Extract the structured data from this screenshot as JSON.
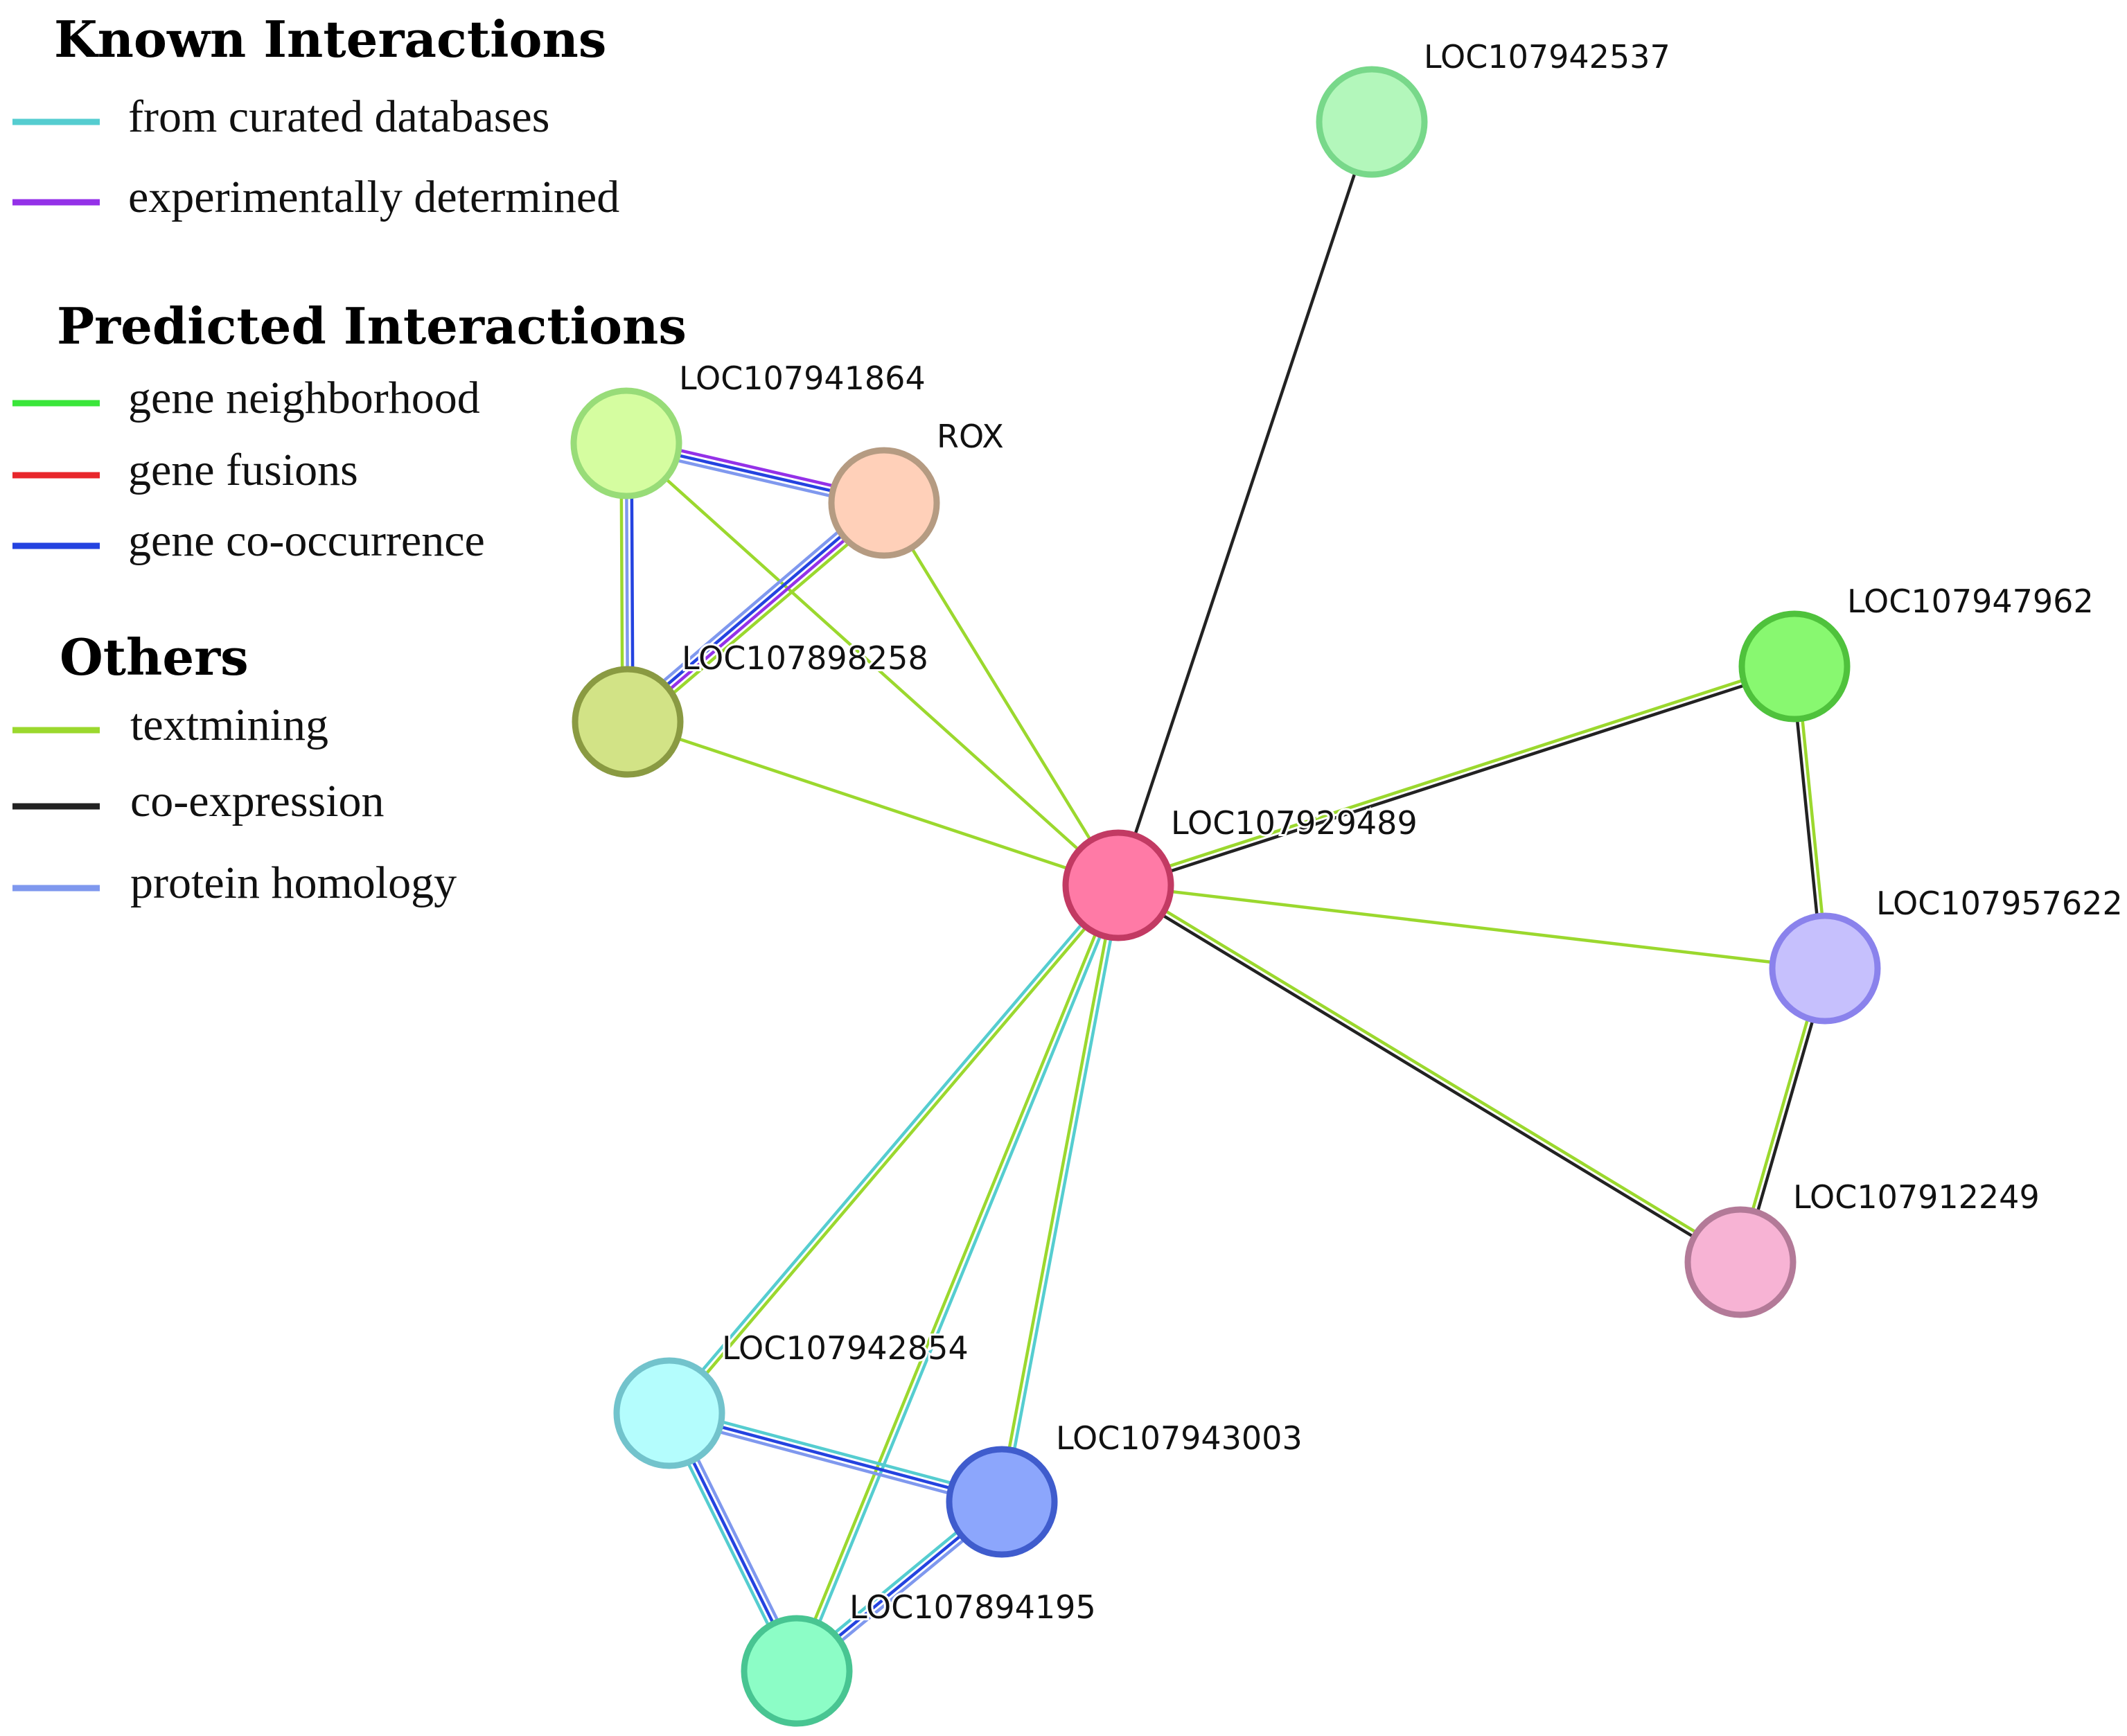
{
  "legend": {
    "sections": [
      {
        "title": "Known Interactions",
        "items": [
          {
            "label": "from curated databases",
            "color": "#55cdd0"
          },
          {
            "label": "experimentally determined",
            "color": "#9431e8"
          }
        ]
      },
      {
        "title": "Predicted Interactions",
        "items": [
          {
            "label": "gene neighborhood",
            "color": "#3ae63a"
          },
          {
            "label": "gene fusions",
            "color": "#e8262b"
          },
          {
            "label": "gene co-occurrence",
            "color": "#2443e0"
          }
        ]
      },
      {
        "title": "Others",
        "items": [
          {
            "label": "textmining",
            "color": "#9bd82e"
          },
          {
            "label": "co-expression",
            "color": "#222222"
          },
          {
            "label": "protein homology",
            "color": "#7f98ee"
          }
        ]
      }
    ]
  },
  "network": {
    "nodes": [
      {
        "id": "LOC107942537",
        "label": "LOC107942537",
        "fill": "#b3f7bb",
        "stroke": "#78d88a"
      },
      {
        "id": "LOC107941864",
        "label": "LOC107941864",
        "fill": "#d5fda0",
        "stroke": "#98dc78"
      },
      {
        "id": "ROX",
        "label": "ROX",
        "fill": "#ffd0b9",
        "stroke": "#b59b82"
      },
      {
        "id": "LOC107898258",
        "label": "LOC107898258",
        "fill": "#d2e386",
        "stroke": "#8a9a42"
      },
      {
        "id": "LOC107929489",
        "label": "LOC107929489",
        "fill": "#ff7aa6",
        "stroke": "#c23a63"
      },
      {
        "id": "LOC107947962",
        "label": "LOC107947962",
        "fill": "#88f870",
        "stroke": "#4fc23c"
      },
      {
        "id": "LOC107957622",
        "label": "LOC107957622",
        "fill": "#c6c0fd",
        "stroke": "#8a82ec"
      },
      {
        "id": "LOC107912249",
        "label": "LOC107912249",
        "fill": "#f7b3d4",
        "stroke": "#b37a98"
      },
      {
        "id": "LOC107942854",
        "label": "LOC107942854",
        "fill": "#b4fdfd",
        "stroke": "#72c3cc"
      },
      {
        "id": "LOC107943003",
        "label": "LOC107943003",
        "fill": "#8ca6fc",
        "stroke": "#3f5ccd"
      },
      {
        "id": "LOC107894195",
        "label": "LOC107894195",
        "fill": "#8cfdc6",
        "stroke": "#48c592"
      }
    ],
    "edges": [
      {
        "source": "LOC107929489",
        "target": "LOC107942537",
        "evidence": [
          "co-expression"
        ]
      },
      {
        "source": "LOC107929489",
        "target": "LOC107941864",
        "evidence": [
          "textmining"
        ]
      },
      {
        "source": "LOC107929489",
        "target": "ROX",
        "evidence": [
          "textmining"
        ]
      },
      {
        "source": "LOC107929489",
        "target": "LOC107898258",
        "evidence": [
          "textmining"
        ]
      },
      {
        "source": "LOC107929489",
        "target": "LOC107947962",
        "evidence": [
          "textmining",
          "co-expression"
        ]
      },
      {
        "source": "LOC107929489",
        "target": "LOC107957622",
        "evidence": [
          "textmining"
        ]
      },
      {
        "source": "LOC107929489",
        "target": "LOC107912249",
        "evidence": [
          "textmining",
          "co-expression"
        ]
      },
      {
        "source": "LOC107929489",
        "target": "LOC107942854",
        "evidence": [
          "textmining",
          "from curated databases"
        ]
      },
      {
        "source": "LOC107929489",
        "target": "LOC107943003",
        "evidence": [
          "from curated databases",
          "textmining"
        ]
      },
      {
        "source": "LOC107929489",
        "target": "LOC107894195",
        "evidence": [
          "from curated databases",
          "textmining"
        ]
      },
      {
        "source": "LOC107941864",
        "target": "ROX",
        "evidence": [
          "experimentally determined",
          "gene co-occurrence",
          "protein homology"
        ]
      },
      {
        "source": "LOC107941864",
        "target": "LOC107898258",
        "evidence": [
          "gene co-occurrence",
          "protein homology",
          "textmining"
        ]
      },
      {
        "source": "ROX",
        "target": "LOC107898258",
        "evidence": [
          "textmining",
          "experimentally determined",
          "gene co-occurrence",
          "protein homology"
        ]
      },
      {
        "source": "LOC107947962",
        "target": "LOC107957622",
        "evidence": [
          "textmining",
          "co-expression"
        ]
      },
      {
        "source": "LOC107957622",
        "target": "LOC107912249",
        "evidence": [
          "co-expression",
          "textmining"
        ]
      },
      {
        "source": "LOC107942854",
        "target": "LOC107943003",
        "evidence": [
          "from curated databases",
          "gene co-occurrence",
          "protein homology"
        ]
      },
      {
        "source": "LOC107942854",
        "target": "LOC107894195",
        "evidence": [
          "protein homology",
          "gene co-occurrence",
          "from curated databases"
        ]
      },
      {
        "source": "LOC107943003",
        "target": "LOC107894195",
        "evidence": [
          "protein homology",
          "gene co-occurrence",
          "from curated databases"
        ]
      }
    ]
  }
}
